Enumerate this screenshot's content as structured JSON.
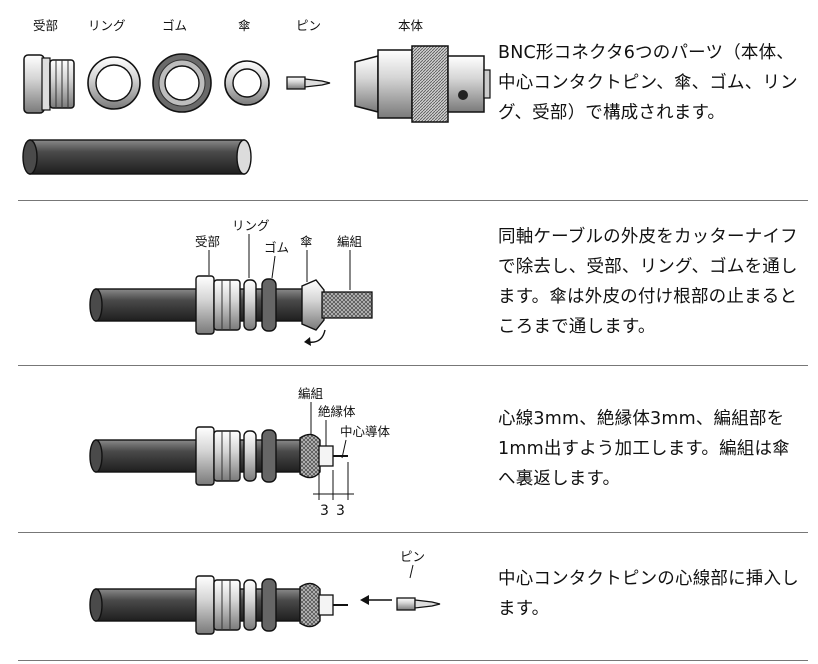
{
  "steps": [
    {
      "labels": {
        "uke": "受部",
        "ring": "リング",
        "gomu": "ゴム",
        "kasa": "傘",
        "pin": "ピン",
        "hontai": "本体"
      },
      "text": "BNC形コネクタ6つのパーツ（本体、中心コンタクトピン、傘、ゴム、リング、受部）で構成されます。"
    },
    {
      "labels": {
        "uke": "受部",
        "ring": "リング",
        "gomu": "ゴム",
        "kasa": "傘",
        "braid": "編組"
      },
      "text": "同軸ケーブルの外皮をカッターナイフで除去し、受部、リング、ゴムを通します。傘は外皮の付け根部の止まるところまで通します。"
    },
    {
      "labels": {
        "braid": "編組",
        "insulator": "絶縁体",
        "conductor": "中心導体",
        "dim1": "3",
        "dim2": "3"
      },
      "text": "心線3mm、絶縁体3mm、編組部を1mm出すよう加工します。編組は傘へ裏返します。"
    },
    {
      "labels": {
        "pin": "ピン"
      },
      "text": "中心コンタクトピンの心線部に挿入します。"
    }
  ]
}
